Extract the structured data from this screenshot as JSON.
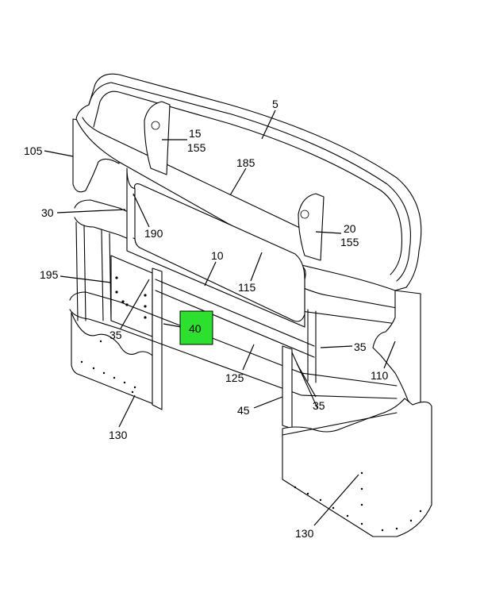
{
  "highlight_color": "#2ee02e",
  "callouts": {
    "c5": "5",
    "c15": "15",
    "c155a": "155",
    "c105": "105",
    "c185": "185",
    "c30": "30",
    "c190": "190",
    "c20": "20",
    "c155b": "155",
    "c10": "10",
    "c195": "195",
    "c115": "115",
    "c35a": "35",
    "c40": "40",
    "c35b": "35",
    "c125": "125",
    "c110": "110",
    "c45": "45",
    "c35c": "35",
    "c130a": "130",
    "c130b": "130"
  }
}
